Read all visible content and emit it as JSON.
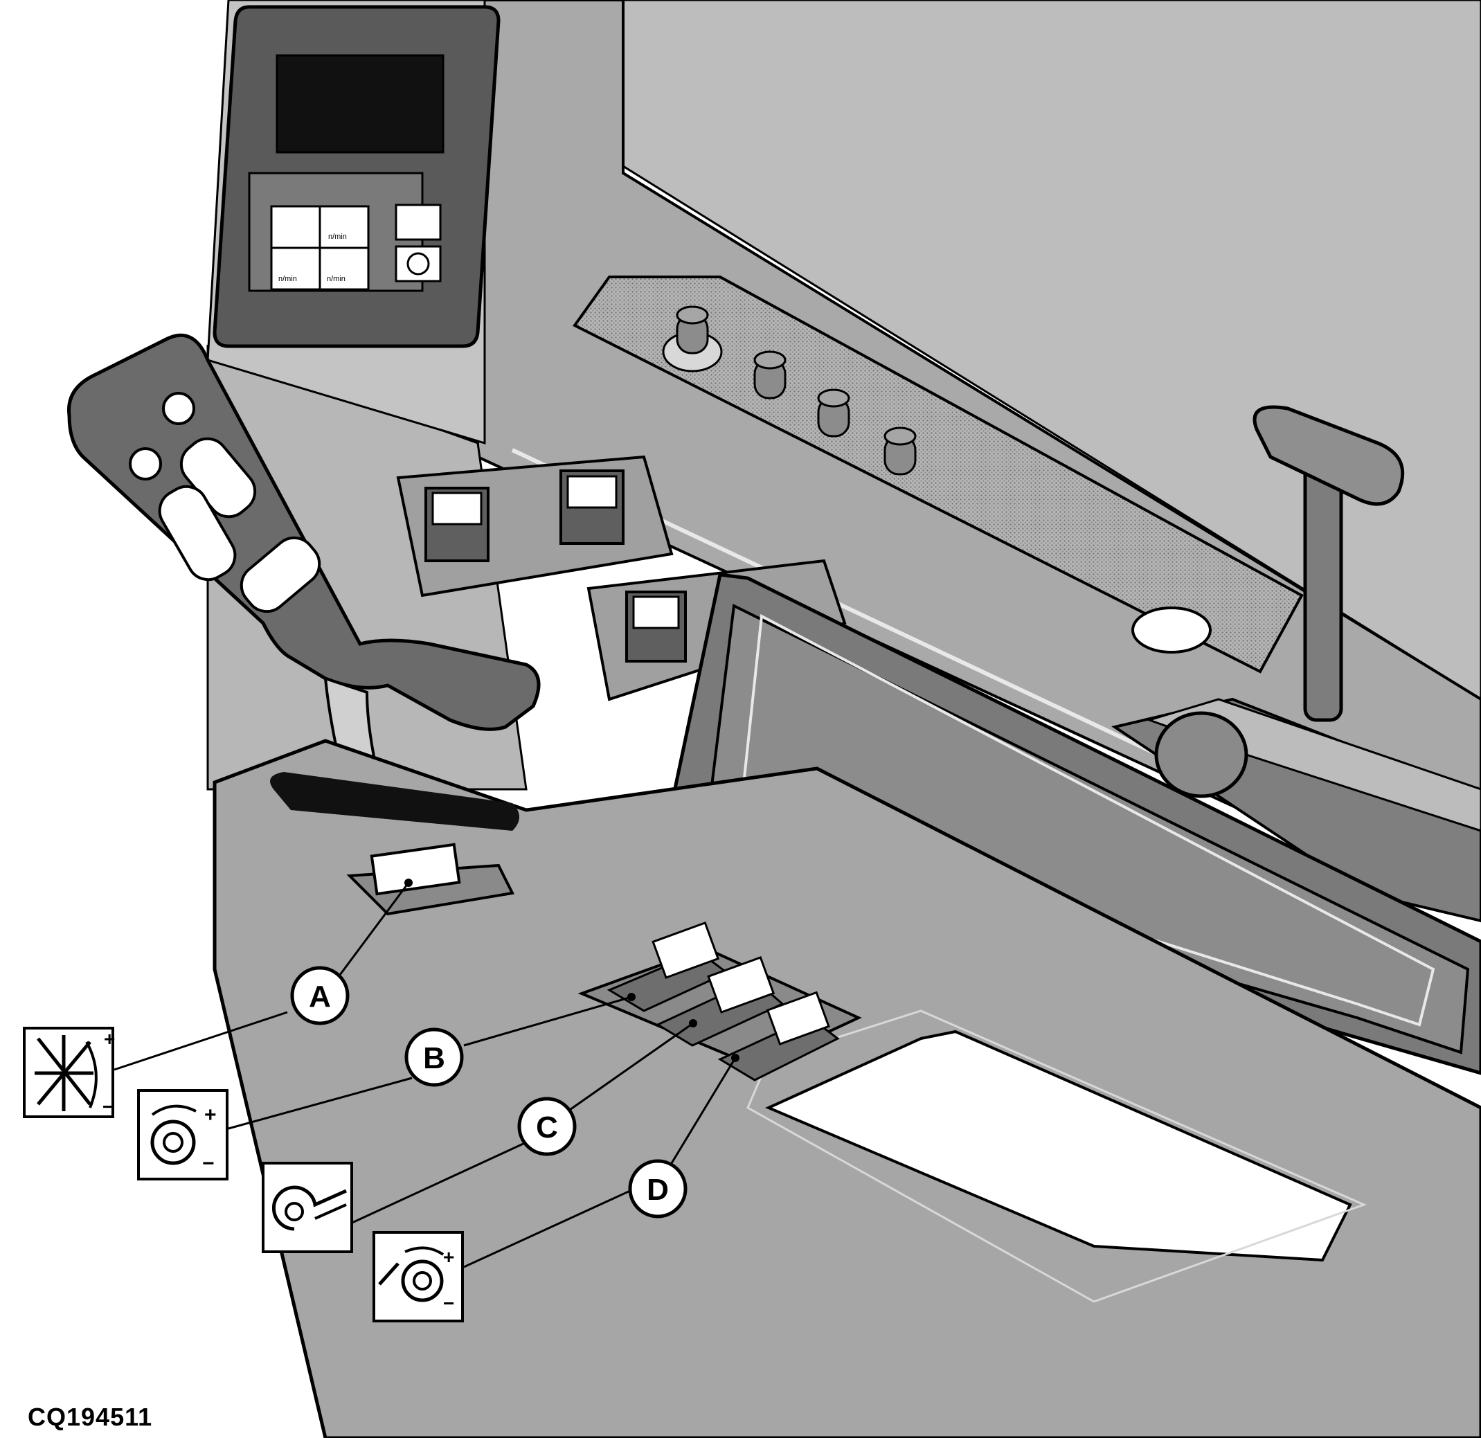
{
  "figure_id": "CQ194511",
  "callouts": [
    {
      "letter": "A",
      "icon": "reel-speed-icon"
    },
    {
      "letter": "B",
      "icon": "feed-drum-speed-icon"
    },
    {
      "letter": "C",
      "icon": "blower-icon"
    },
    {
      "letter": "D",
      "icon": "feed-rotor-reverse-icon"
    }
  ],
  "display_panel": {
    "button_labels": [
      "n/min",
      "n/min",
      "n/min"
    ]
  },
  "colors": {
    "panel_gray": "#8c8c8c",
    "dark_gray": "#5a5a5a",
    "console_gray": "#a6a6a6",
    "light_gray": "#c8c8c8",
    "outline": "#000000"
  }
}
